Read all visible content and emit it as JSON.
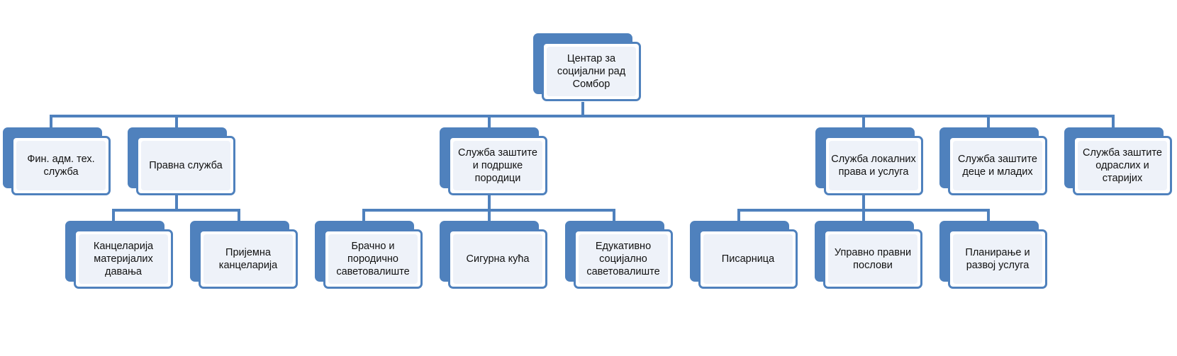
{
  "colors": {
    "box": "#4f81bd",
    "line": "#4f81bd",
    "fill": "#eef2f9"
  },
  "org_chart": {
    "root": "Центар за\nсоцијални рад\nСомбор",
    "departments": {
      "fin": "Фин. адм. тех.\nслужба",
      "legal": "Правна служба",
      "family": "Служба заштите\nи подршке\nпородици",
      "local": "Служба локалних\nправа и услуга",
      "youth": "Служба заштите\nдеце и младих",
      "elderly": "Служба заштите\nодраслих и\nстаријих"
    },
    "units": {
      "benefits_office": "Канцеларија\nматеријалих\nдавања",
      "reception_office": "Пријемна\nканцеларија",
      "counseling": "Брачно и\nпородично\nсаветовалиште",
      "safe_house": "Сигурна кућа",
      "educational": "Едукативно\nсоцијално\nсаветовалиште",
      "registry": "Писарница",
      "admin_legal": "Управно правни\nпослови",
      "planning": "Планирање и\nразвој услуга"
    }
  }
}
